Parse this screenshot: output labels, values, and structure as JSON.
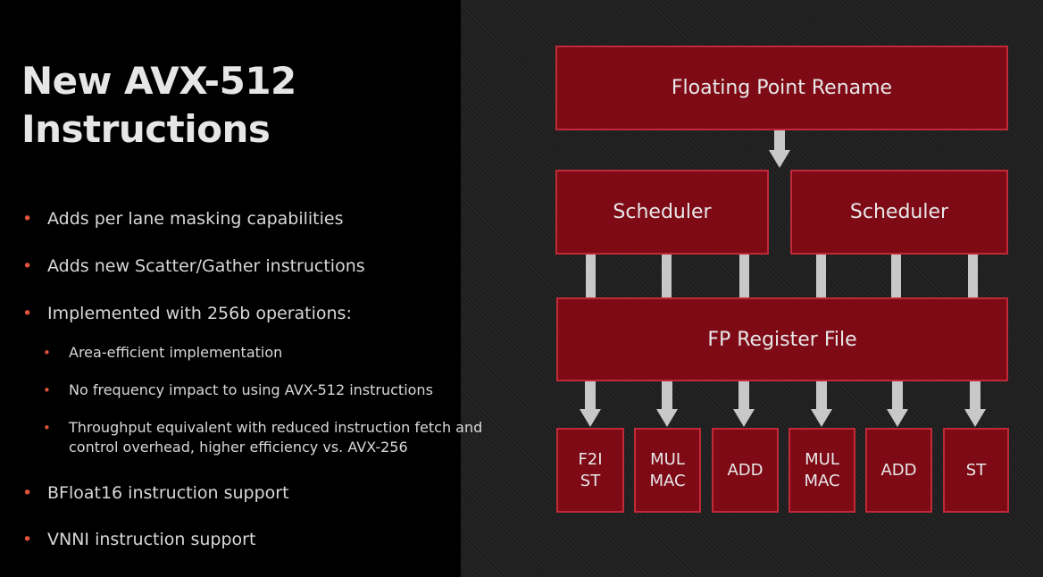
{
  "title": {
    "line1": "New AVX-512",
    "line2": "Instructions"
  },
  "bullets": {
    "marker": "•",
    "items": [
      "Adds per lane masking capabilities",
      "Adds new Scatter/Gather instructions",
      "Implemented with 256b operations:",
      "BFloat16 instruction support",
      "VNNI instruction support"
    ],
    "sub_items": [
      {
        "line1": "Area-efficient implementation"
      },
      {
        "line1": "No frequency impact to using AVX-512 instructions"
      },
      {
        "line1": "Throughput equivalent with reduced instruction fetch and",
        "line2": "control overhead, higher efficiency vs. AVX-256"
      }
    ]
  },
  "diagram": {
    "rename": "Floating Point Rename",
    "scheduler_left": "Scheduler",
    "scheduler_right": "Scheduler",
    "register_file": "FP Register File",
    "units": [
      {
        "line1": "F2I",
        "line2": "ST"
      },
      {
        "line1": "MUL",
        "line2": "MAC"
      },
      {
        "line1": "ADD"
      },
      {
        "line1": "MUL",
        "line2": "MAC"
      },
      {
        "line1": "ADD"
      },
      {
        "line1": "ST"
      }
    ]
  },
  "colors": {
    "block_fill": "#7e0a16",
    "block_border": "#c02a38",
    "bullet_marker": "#e0533a",
    "arrow": "#c8c8c8"
  }
}
